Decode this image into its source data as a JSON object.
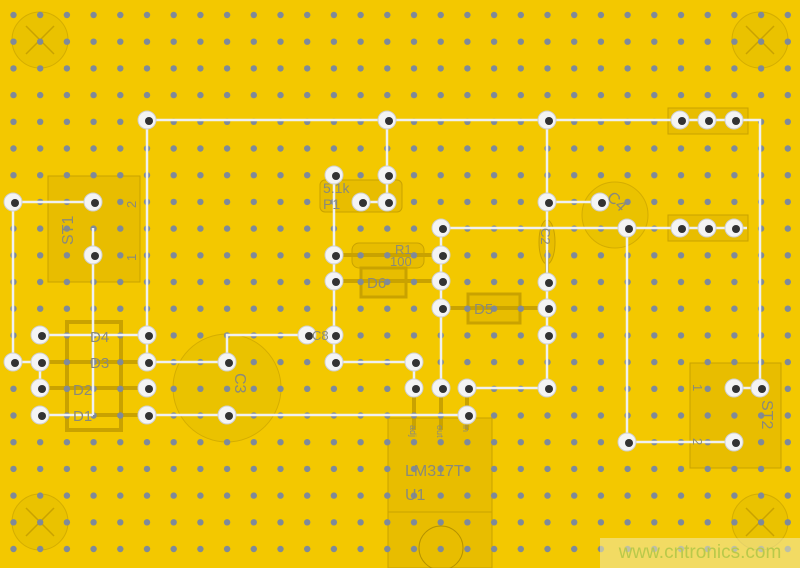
{
  "board": {
    "color": "#f3c800",
    "dot_color": "#7f8a99",
    "wire_color": "#f2f2f2",
    "silk_color": "#c9a200"
  },
  "components": {
    "st1": {
      "ref": "ST1",
      "pin1": "1",
      "pin2": "2"
    },
    "st2": {
      "ref": "ST2",
      "pin1": "1",
      "pin2": "2"
    },
    "p1": {
      "ref": "P1",
      "value": "5.1k"
    },
    "r1": {
      "ref": "R1",
      "value": "100"
    },
    "d1": {
      "ref": "D1"
    },
    "d2": {
      "ref": "D2"
    },
    "d3": {
      "ref": "D3"
    },
    "d4": {
      "ref": "D4"
    },
    "d5": {
      "ref": "D5"
    },
    "d6": {
      "ref": "D6"
    },
    "c2": {
      "ref": "C2"
    },
    "c3": {
      "ref": "C3"
    },
    "c4": {
      "ref": "C4"
    },
    "c8": {
      "ref": "C8"
    },
    "u1": {
      "ref": "U1",
      "value": "LM317T",
      "pins": [
        "adj",
        "out",
        "in"
      ]
    }
  },
  "watermark": "www.cntronics.com"
}
